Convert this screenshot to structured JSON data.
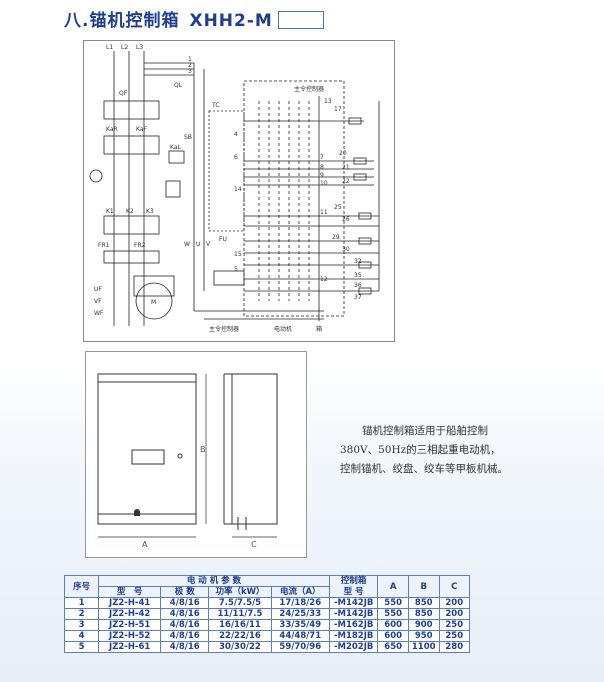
{
  "title": {
    "prefix": "八.锚机控制箱",
    "model": "XHH2-M"
  },
  "schematic": {
    "main_controller_label": "主令控制器",
    "labels": [
      "L1",
      "L2",
      "L3",
      "QL",
      "QF",
      "KaR",
      "KaF",
      "K1",
      "K2",
      "K3",
      "FR1",
      "FR2",
      "KaL",
      "SB",
      "TC",
      "FU",
      "M",
      "UF",
      "VF",
      "WF",
      "U",
      "V",
      "W",
      "1",
      "2",
      "3",
      "4",
      "5",
      "6",
      "7",
      "8",
      "9",
      "10",
      "11",
      "12",
      "13",
      "14",
      "15",
      "17",
      "20",
      "21",
      "22",
      "25",
      "26",
      "29",
      "30",
      "32",
      "35",
      "36",
      "37"
    ],
    "bottom_labels": [
      "主令控制器",
      "电动机",
      "箱"
    ]
  },
  "cabinet": {
    "dim_a": "A",
    "dim_b": "B",
    "dim_c": "C"
  },
  "description": {
    "lines": [
      "锚机控制箱适用于船舶控制",
      "380V、50Hz的三相起重电动机，",
      "控制锚机、绞盘、绞车等甲板机械。"
    ]
  },
  "table": {
    "headers": {
      "index": "序号",
      "motor_params": "电 动 机 参 数",
      "model": "型　号",
      "poles": "极 数",
      "power": "功率（kW）",
      "current": "电流（A）",
      "box_model_l1": "控制箱",
      "box_model_l2": "型 号",
      "a": "A",
      "b": "B",
      "c": "C"
    },
    "rows": [
      {
        "index": "1",
        "model": "JZ2-H-41",
        "poles": "4/8/16",
        "power": "7.5/7.5/5",
        "current": "17/18/26",
        "box": "-M142JB",
        "a": "550",
        "b": "850",
        "c": "200"
      },
      {
        "index": "2",
        "model": "JZ2-H-42",
        "poles": "4/8/16",
        "power": "11/11/7.5",
        "current": "24/25/33",
        "box": "-M142JB",
        "a": "550",
        "b": "850",
        "c": "200"
      },
      {
        "index": "3",
        "model": "JZ2-H-51",
        "poles": "4/8/16",
        "power": "16/16/11",
        "current": "33/35/49",
        "box": "-M162JB",
        "a": "600",
        "b": "900",
        "c": "250"
      },
      {
        "index": "4",
        "model": "JZ2-H-52",
        "poles": "4/8/16",
        "power": "22/22/16",
        "current": "44/48/71",
        "box": "-M182JB",
        "a": "600",
        "b": "950",
        "c": "250"
      },
      {
        "index": "5",
        "model": "JZ2-H-61",
        "poles": "4/8/16",
        "power": "30/30/22",
        "current": "59/70/96",
        "box": "-M202JB",
        "a": "650",
        "b": "1100",
        "c": "280"
      }
    ]
  },
  "colors": {
    "title": "#1f3f8c",
    "table_border": "#5a7fc0",
    "line": "#222222"
  }
}
